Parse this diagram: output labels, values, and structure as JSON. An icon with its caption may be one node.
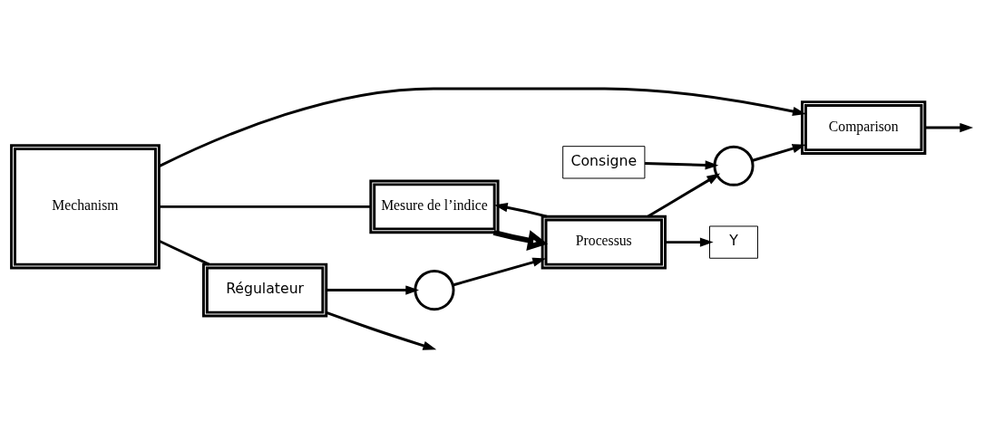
{
  "diagram": {
    "nodes": [
      {
        "text": [
          "Mechanism"
        ]
      },
      {
        "text": [
          "Comparison"
        ]
      },
      {
        "text": [
          "Mesure de l’indice"
        ]
      },
      {
        "text": [
          "Consigne"
        ]
      },
      {
        "text": [],
        "shape": "circle"
      },
      {
        "text": [
          "Régulateur"
        ]
      },
      {
        "text": [],
        "shape": "circle"
      },
      {
        "text": [
          "Processus"
        ]
      },
      {
        "text": [
          "Y"
        ]
      }
    ],
    "edges": [
      {
        "from": 0,
        "to": 1,
        "arrow": "to"
      },
      {
        "from": 1,
        "to": null,
        "arrow": "to"
      },
      {
        "from": 0,
        "to": 2,
        "arrow": "none"
      },
      {
        "from": 0,
        "to": 5,
        "arrow": "none"
      },
      {
        "from": 2,
        "to": 7,
        "arrow": "to",
        "style": "thick"
      },
      {
        "from": 3,
        "to": 4,
        "arrow": "to"
      },
      {
        "from": 4,
        "to": 1,
        "arrow": "to"
      },
      {
        "from": 5,
        "to": 6,
        "arrow": "to"
      },
      {
        "from": 6,
        "to": 7,
        "arrow": "to"
      },
      {
        "from": 7,
        "to": 8,
        "arrow": "to"
      },
      {
        "from": 7,
        "to": 2,
        "arrow": "to"
      },
      {
        "from": 7,
        "to": 4,
        "arrow": "to"
      },
      {
        "from": 5,
        "to": null,
        "arrow": "to"
      }
    ]
  }
}
